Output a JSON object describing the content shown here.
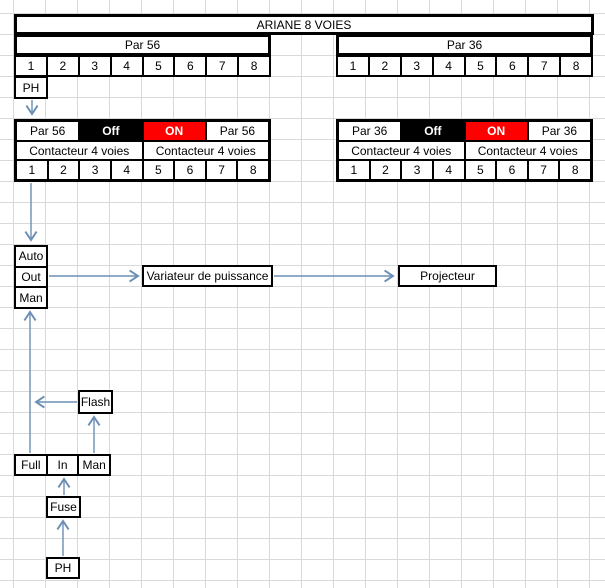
{
  "title": "ARIANE 8 VOIES",
  "colors": {
    "on_red": "#FF0000",
    "off_black": "#000000",
    "connector_blue": "#6C8FB5",
    "grid_gray": "#D9D9D9",
    "border_black": "#000000",
    "text_white": "#FFFFFF"
  },
  "patch_top": {
    "ph_label": "PH",
    "left": {
      "header": "Par 56",
      "channels": [
        "1",
        "2",
        "3",
        "4",
        "5",
        "6",
        "7",
        "8"
      ]
    },
    "right": {
      "header": "Par 36",
      "channels": [
        "1",
        "2",
        "3",
        "4",
        "5",
        "6",
        "7",
        "8"
      ]
    }
  },
  "contactor_blocks": {
    "left": {
      "par_left": "Par 56",
      "off": "Off",
      "on": "ON",
      "par_right": "Par 56",
      "contactor_a": "Contacteur 4 voies",
      "contactor_b": "Contacteur 4 voies",
      "channels": [
        "1",
        "2",
        "3",
        "4",
        "5",
        "6",
        "7",
        "8"
      ]
    },
    "right": {
      "par_left": "Par 36",
      "off": "Off",
      "on": "ON",
      "par_right": "Par 36",
      "contactor_a": "Contacteur 4 voies",
      "contactor_b": "Contacteur 4 voies",
      "channels": [
        "1",
        "2",
        "3",
        "4",
        "5",
        "6",
        "7",
        "8"
      ]
    }
  },
  "flow": {
    "auto": "Auto",
    "out": "Out",
    "man": "Man",
    "dimmer": "Variateur de puissance",
    "projector": "Projecteur",
    "flash": "Flash",
    "full": "Full",
    "in": "In",
    "man_manual": "Man",
    "fuse": "Fuse",
    "ph": "PH"
  }
}
